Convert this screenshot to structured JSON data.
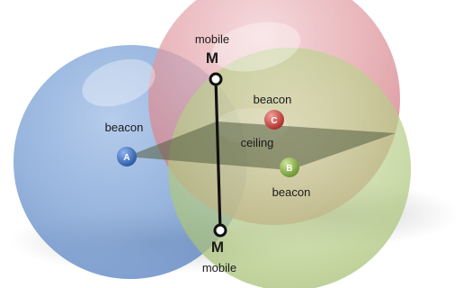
{
  "labels": {
    "mobile_top": "mobile",
    "m_top": "M",
    "beacon_c": "beacon",
    "beacon_a": "beacon",
    "ceiling": "ceiling",
    "beacon_b": "beacon",
    "m_bottom": "M",
    "mobile_bottom": "mobile"
  },
  "markers": {
    "a": "A",
    "b": "B",
    "c": "C"
  },
  "colors": {
    "sphere_blue": "#6f97cf",
    "sphere_red": "#d98890",
    "sphere_green": "#b2ca83",
    "plane": "#5f6a4c",
    "marker_a": "#2b63b5",
    "marker_b": "#7daa32",
    "marker_c": "#c9312d",
    "pole": "#111111"
  }
}
